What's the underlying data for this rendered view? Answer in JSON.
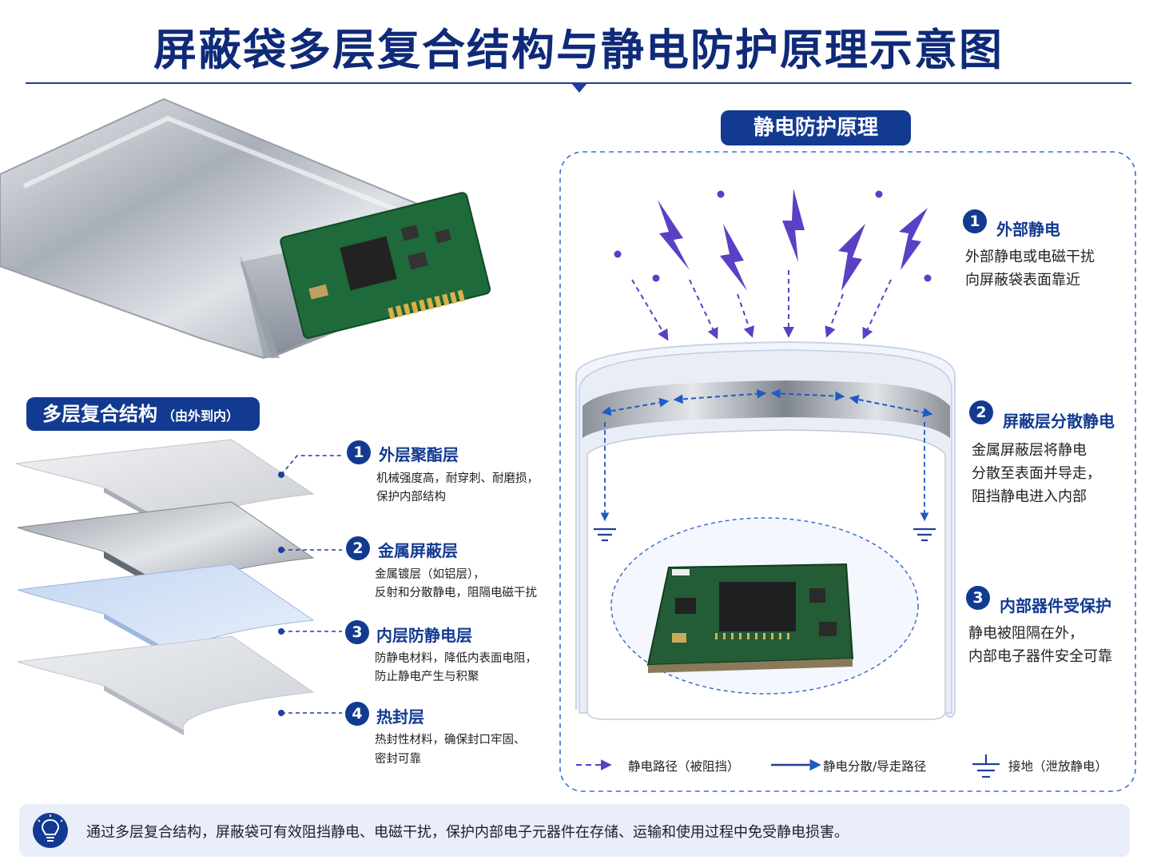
{
  "title": "屏蔽袋多层复合结构与静电防护原理示意图",
  "left_section": {
    "label": "多层复合结构",
    "sub": "（由外到内）",
    "layers": [
      {
        "num": "1",
        "name": "外层聚酯层",
        "desc1": "机械强度高，耐穿刺、耐磨损，",
        "desc2": "保护内部结构"
      },
      {
        "num": "2",
        "name": "金属屏蔽层",
        "desc1": "金属镀层（如铝层），",
        "desc2": "反射和分散静电，阻隔电磁干扰"
      },
      {
        "num": "3",
        "name": "内层防静电层",
        "desc1": "防静电材料，降低内表面电阻，",
        "desc2": "防止静电产生与积聚"
      },
      {
        "num": "4",
        "name": "热封层",
        "desc1": "热封性材料，确保封口牢固、",
        "desc2": "密封可靠"
      }
    ]
  },
  "right_section": {
    "label": "静电防护原理",
    "items": [
      {
        "num": "1",
        "name": "外部静电",
        "desc1": "外部静电或电磁干扰",
        "desc2": "向屏蔽袋表面靠近",
        "desc3": ""
      },
      {
        "num": "2",
        "name": "屏蔽层分散静电",
        "desc1": "金属屏蔽层将静电",
        "desc2": "分散至表面并导走，",
        "desc3": "阻挡静电进入内部"
      },
      {
        "num": "3",
        "name": "内部器件受保护",
        "desc1": "静电被阻隔在外，",
        "desc2": "内部电子器件安全可靠",
        "desc3": ""
      }
    ],
    "legend": {
      "blocked": "静电路径（被阻挡）",
      "conduct": "静电分散/导走路径",
      "ground": "接地（泄放静电）"
    }
  },
  "footer": "通过多层复合结构，屏蔽袋可有效阻挡静电、电磁干扰，保护内部电子元器件在存储、运输和使用过程中免受静电损害。",
  "colors": {
    "brand": "#123a91",
    "bolt": "#5b3fc4",
    "accent_line": "#1f3f9a"
  },
  "icons": [
    "lightbulb-icon",
    "lightning-bolt-icon",
    "ground-icon",
    "chip-icon"
  ]
}
